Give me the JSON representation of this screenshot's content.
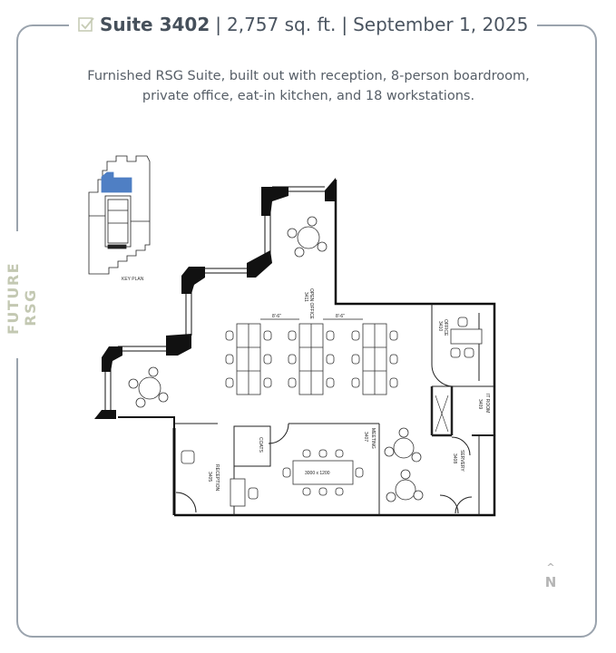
{
  "header": {
    "icon": "checkbox-icon",
    "suite": "Suite 3402",
    "separator": "|",
    "area": "2,757 sq. ft.",
    "date": "September 1,  2025"
  },
  "description": {
    "line1": "Furnished RSG Suite, built out with reception, 8-person boardroom,",
    "line2": "private office, eat-in kitchen, and 18 workstations."
  },
  "side_label": "FUTURE RSG",
  "key_plan": {
    "label": "KEY PLAN",
    "highlight_color": "#4f7fc4"
  },
  "rooms": [
    {
      "name": "OPEN OFFICE",
      "number": "3411"
    },
    {
      "name": "OFFICE",
      "number": "3410"
    },
    {
      "name": "IT ROOM",
      "number": "3409"
    },
    {
      "name": "SERVERY",
      "number": "3408"
    },
    {
      "name": "MEETING",
      "number": "3407"
    },
    {
      "name": "RECEPTION",
      "number": "3405"
    },
    {
      "name": "COATS",
      "number": ""
    }
  ],
  "dimensions": {
    "workstation_spacing_1": "8'-6\"",
    "workstation_spacing_2": "8'-6\"",
    "boardroom_table": "3000 x 1200"
  },
  "north_arrow": {
    "arrow": "^",
    "label": "N"
  },
  "colors": {
    "frame": "#9aa3ad",
    "title_text": "#46505b",
    "accent_check": "#c7ccb6",
    "side_label": "#c3c8b2"
  }
}
